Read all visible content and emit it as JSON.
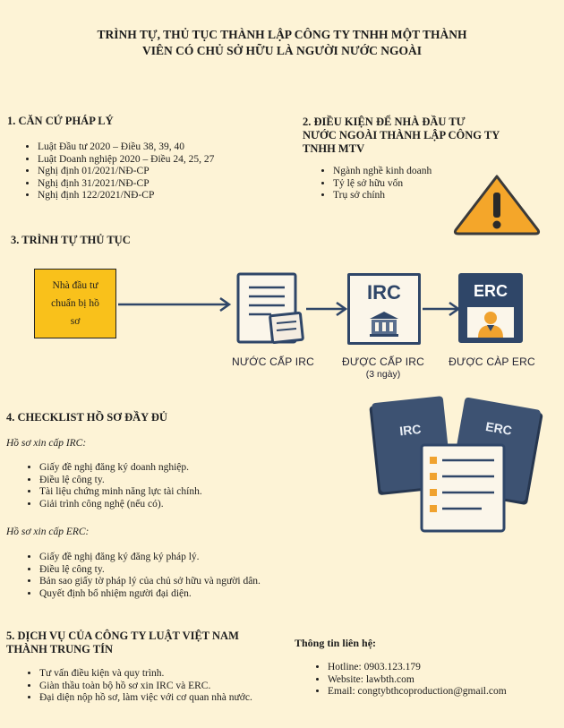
{
  "title_line1": "TRÌNH TỰ, THỦ TỤC THÀNH LẬP CÔNG TY TNHH MỘT THÀNH",
  "title_line2": "VIÊN CÓ CHỦ SỞ HỮU LÀ NGƯỜI NƯỚC NGOÀI",
  "legal": {
    "heading": "1. CĂN CỨ PHÁP LÝ",
    "items": [
      "Luật Đầu tư 2020 – Điều 38, 39, 40",
      "Luật Doanh nghiệp 2020 – Điều 24, 25, 27",
      "Nghị định 01/2021/NĐ-CP",
      "Nghị định 31/2021/NĐ-CP",
      "Nghị định 122/2021/NĐ-CP"
    ]
  },
  "conditions": {
    "heading_line1": "2. ĐIỀU KIỆN ĐỂ NHÀ ĐẦU TƯ",
    "heading_line2": "NƯỚC NGOÀI THÀNH LẬP CÔNG TY",
    "heading_line3": "TNHH MTV",
    "items": [
      "Ngành nghề kinh doanh",
      "Tỷ lệ sở hữu vốn",
      "Trụ sở chính"
    ],
    "warning_color": "#f4a62a"
  },
  "procedure": {
    "heading": "3. TRÌNH TỰ THỦ TỤC",
    "prep_line1": "Nhà đầu tư",
    "prep_line2": "chuẩn bị hồ",
    "prep_line3": "sơ",
    "step1_label": "NƯỚC CẤP IRC",
    "step2_label": "ĐƯỢC CẤP IRC",
    "step2_note": "(3 ngày)",
    "step3_label": "ĐƯỢC CÀP ERC",
    "irc_text": "IRC",
    "erc_text": "ERC",
    "prep_color": "#f9c11b",
    "navy": "#2f4668"
  },
  "checklist": {
    "heading": "4. CHECKLIST HỒ SƠ ĐẦY ĐỦ",
    "irc_sub": "Hồ sơ xin cấp IRC:",
    "irc_items": [
      "Giấy đề nghị đăng ký doanh nghiệp.",
      "Điều lệ công ty.",
      "Tài liệu chứng minh năng lực tài chính.",
      "Giải trình công nghệ (nếu có)."
    ],
    "erc_sub": "Hồ sơ xin cấp ERC:",
    "erc_items": [
      "Giấy đề nghị đăng ký đăng ký pháp lý.",
      "Điều lệ công ty.",
      "Bản sao giấy tờ pháp lý của chủ sở hữu và người dân.",
      "Quyết định bổ nhiệm người đại diện."
    ],
    "folder_irc": "IRC",
    "folder_erc": "ERC"
  },
  "services": {
    "heading_line1": "5. DỊCH VỤ CỦA CÔNG TY LUẬT VIỆT NAM",
    "heading_line2": "THÀNH TRUNG TÍN",
    "items": [
      "Tư vấn điều kiện và quy trình.",
      "Giàn thầu toàn bộ hồ sơ xin IRC và ERC.",
      "Đại diện nộp hồ sơ, làm việc với cơ quan nhà nước."
    ]
  },
  "contact": {
    "heading": "Thông tin liên hệ:",
    "items": [
      "Hotline: 0903.123.179",
      "Website: lawbth.com",
      "Email: congtybthcoproduction@gmail.com"
    ]
  }
}
